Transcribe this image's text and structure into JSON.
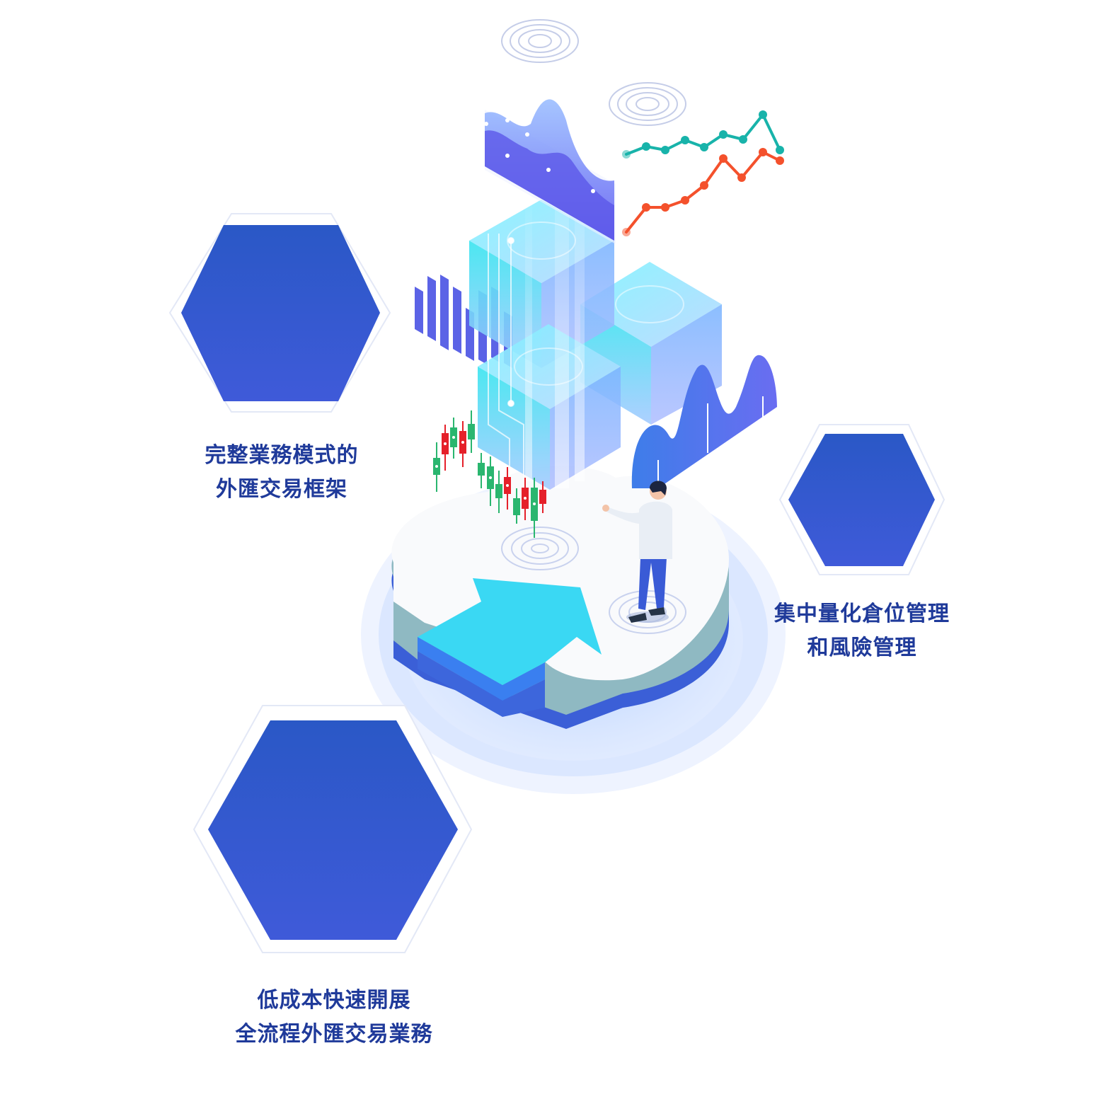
{
  "features": [
    {
      "id": "framework",
      "lines": [
        "完整業務模式的",
        "外匯交易框架"
      ]
    },
    {
      "id": "risk",
      "lines": [
        "集中量化倉位管理",
        "和風險管理"
      ]
    },
    {
      "id": "cost",
      "lines": [
        "低成本快速開展",
        "全流程外匯交易業務"
      ]
    }
  ],
  "colors": {
    "caption": "#1f3a9a",
    "hexagon_top": "#2a56c4",
    "hexagon_bottom": "#3e5bd8",
    "cyan": "#3ad8f3",
    "platform_blue": "#3b5fd7"
  }
}
